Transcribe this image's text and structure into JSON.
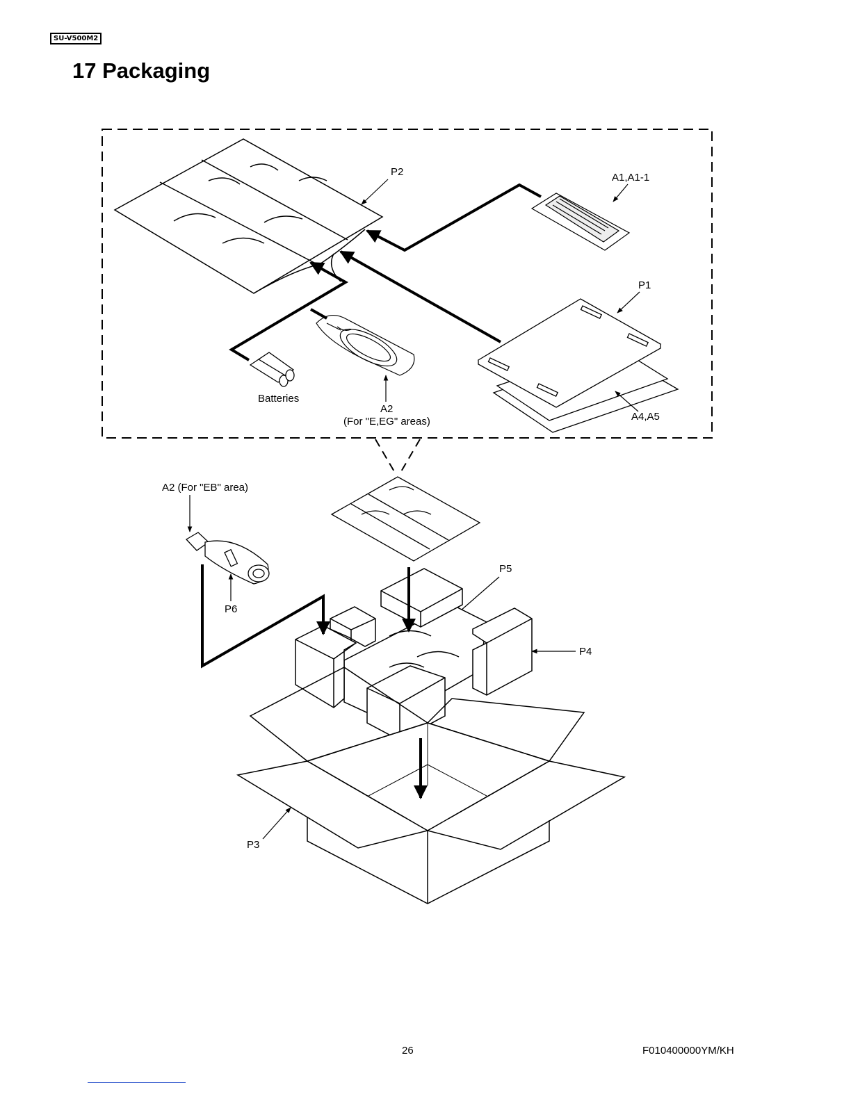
{
  "header": {
    "model_tag": "SU-V500M2",
    "title": "17 Packaging"
  },
  "labels": {
    "p2": "P2",
    "a1": "A1,A1-1",
    "p1": "P1",
    "batteries": "Batteries",
    "a2_line1": "A2",
    "a2_line2": "(For \"E,EG\" areas)",
    "a4": "A4,A5",
    "a2_eb": "A2 (For \"EB\" area)",
    "p6": "P6",
    "p5": "P5",
    "p4": "P4",
    "p3": "P3"
  },
  "footer": {
    "page_number": "26",
    "doc_code": "F010400000YM/KH"
  }
}
